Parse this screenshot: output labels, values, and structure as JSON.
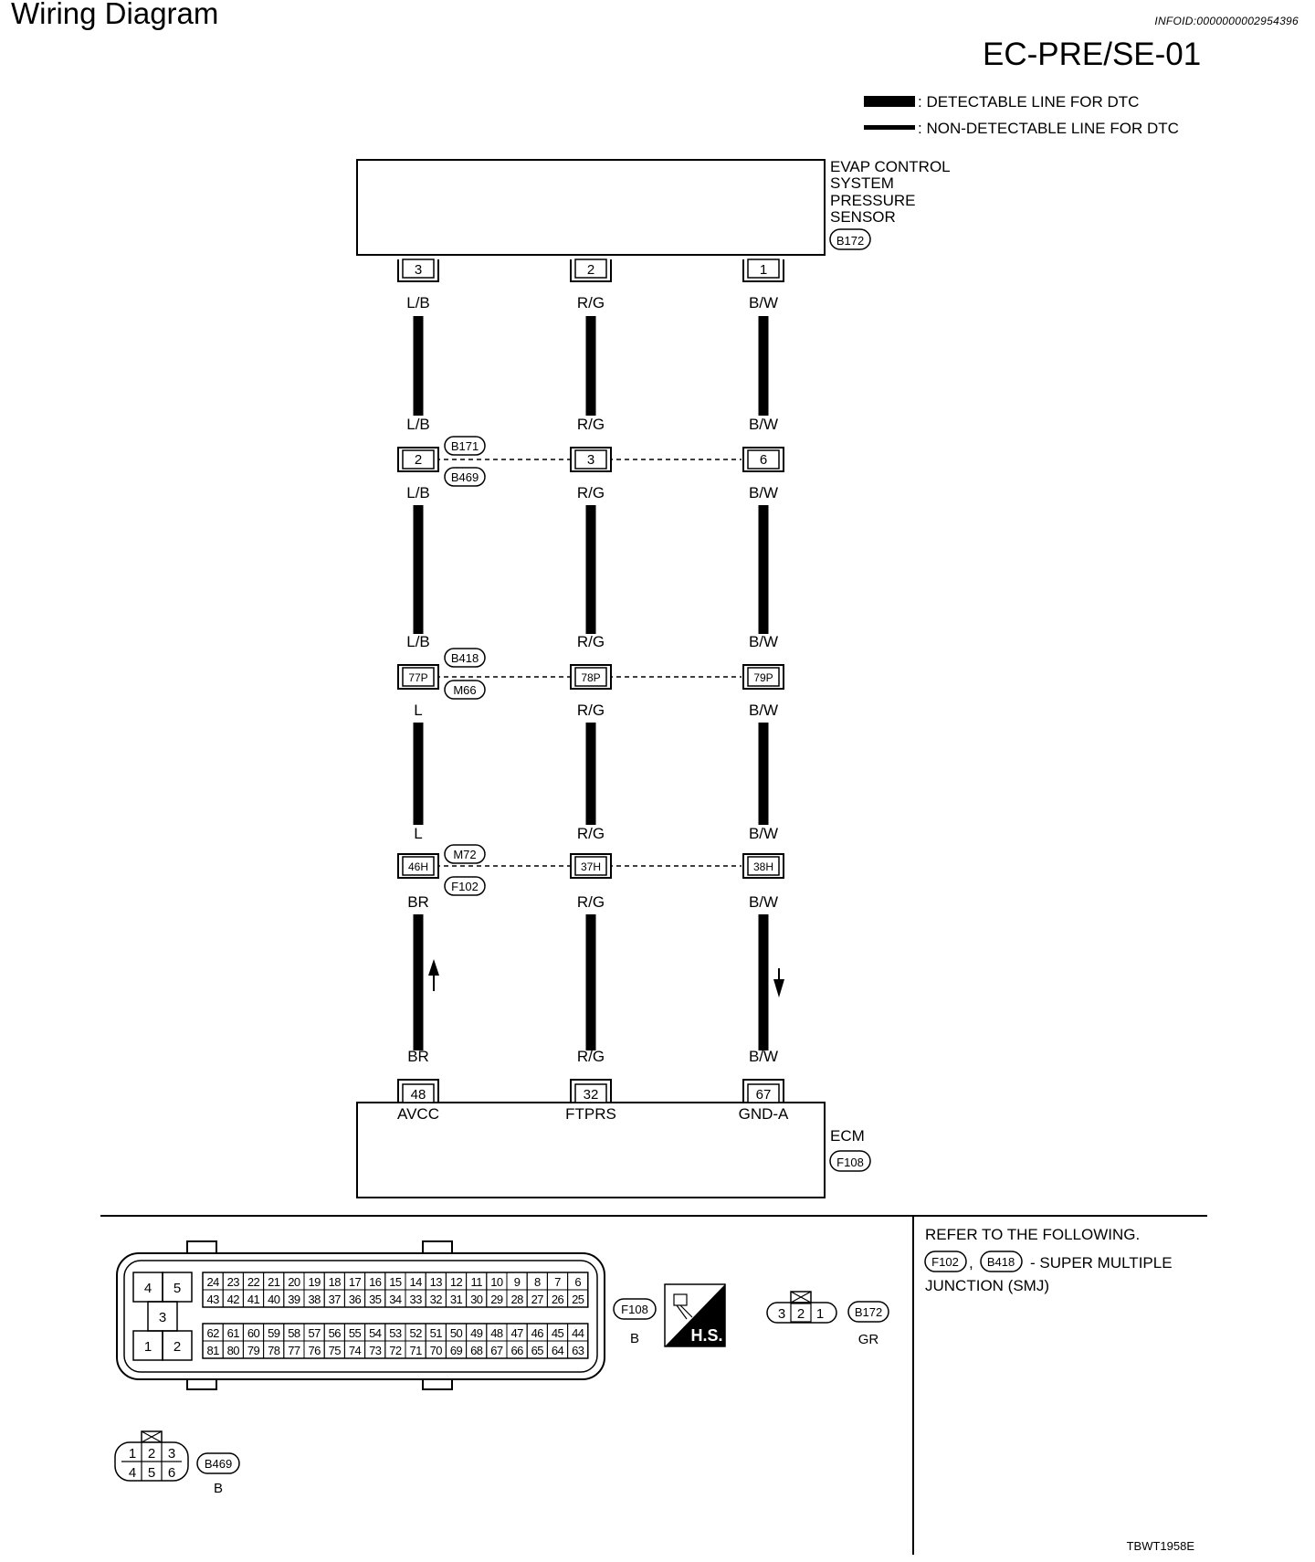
{
  "header": {
    "title": "Wiring Diagram",
    "info_id": "INFOID:0000000002954396",
    "diagram_id": "EC-PRE/SE-01"
  },
  "legend": {
    "detectable": ": DETECTABLE LINE FOR DTC",
    "non_detectable": ": NON-DETECTABLE LINE FOR DTC"
  },
  "sensor": {
    "name_lines": [
      "EVAP CONTROL",
      "SYSTEM",
      "PRESSURE",
      "SENSOR"
    ],
    "connector": "B172",
    "pins": [
      "3",
      "2",
      "1"
    ]
  },
  "wires": [
    {
      "labels": [
        "L/B",
        "L/B",
        "L/B",
        "L/B",
        "L",
        "L",
        "BR",
        "BR"
      ],
      "terminals": [
        "2",
        "77P",
        "46H"
      ],
      "ecm_pin": "48",
      "ecm_signal": "AVCC",
      "arrow": "up"
    },
    {
      "labels": [
        "R/G",
        "R/G",
        "R/G",
        "R/G",
        "R/G",
        "R/G",
        "R/G",
        "R/G"
      ],
      "terminals": [
        "3",
        "78P",
        "37H"
      ],
      "ecm_pin": "32",
      "ecm_signal": "FTPRS",
      "arrow": ""
    },
    {
      "labels": [
        "B/W",
        "B/W",
        "B/W",
        "B/W",
        "B/W",
        "B/W",
        "B/W",
        "B/W"
      ],
      "terminals": [
        "6",
        "79P",
        "38H"
      ],
      "ecm_pin": "67",
      "ecm_signal": "GND-A",
      "arrow": "down"
    }
  ],
  "joints": [
    {
      "upper": "B171",
      "lower": "B469"
    },
    {
      "upper": "B418",
      "lower": "M66"
    },
    {
      "upper": "M72",
      "lower": "F102"
    }
  ],
  "ecm": {
    "name": "ECM",
    "connector": "F108"
  },
  "connectors": {
    "f108": {
      "label": "F108",
      "color": "B",
      "small_pins": [
        "4",
        "5",
        "3",
        "1",
        "2"
      ],
      "rows": [
        [
          "24",
          "23",
          "22",
          "21",
          "20",
          "19",
          "18",
          "17",
          "16",
          "15",
          "14",
          "13",
          "12",
          "11",
          "10",
          "9",
          "8",
          "7",
          "6"
        ],
        [
          "43",
          "42",
          "41",
          "40",
          "39",
          "38",
          "37",
          "36",
          "35",
          "34",
          "33",
          "32",
          "31",
          "30",
          "29",
          "28",
          "27",
          "26",
          "25"
        ],
        [
          "62",
          "61",
          "60",
          "59",
          "58",
          "57",
          "56",
          "55",
          "54",
          "53",
          "52",
          "51",
          "50",
          "49",
          "48",
          "47",
          "46",
          "45",
          "44"
        ],
        [
          "81",
          "80",
          "79",
          "78",
          "77",
          "76",
          "75",
          "74",
          "73",
          "72",
          "71",
          "70",
          "69",
          "68",
          "67",
          "66",
          "65",
          "64",
          "63"
        ]
      ]
    },
    "hs_label": "H.S.",
    "b172": {
      "label": "B172",
      "color": "GR",
      "pins": [
        "3",
        "2",
        "1"
      ]
    },
    "b469": {
      "label": "B469",
      "color": "B",
      "pins": [
        "1",
        "2",
        "3",
        "4",
        "5",
        "6"
      ]
    }
  },
  "note": {
    "line1": "REFER TO THE FOLLOWING.",
    "ref1": "F102",
    "ref2": "B418",
    "line2": "- SUPER MULTIPLE",
    "line3": "JUNCTION (SMJ)"
  },
  "footer_code": "TBWT1958E"
}
